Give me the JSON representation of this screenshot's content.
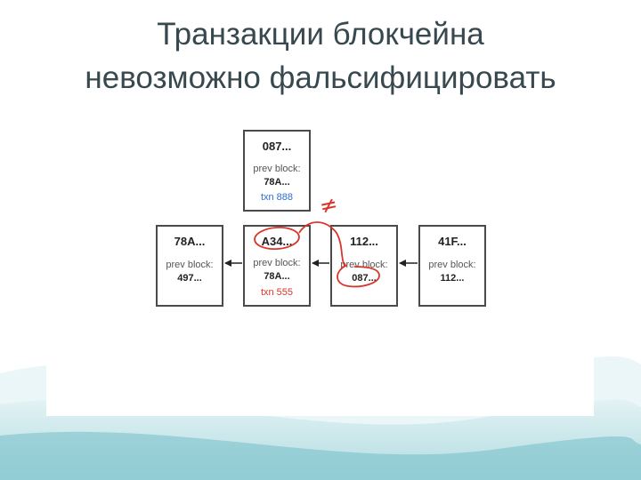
{
  "slide": {
    "title_line1": "Транзакции блокчейна",
    "title_line2": "невозможно фальсифицировать"
  },
  "diagram": {
    "blocks": [
      {
        "id": "top",
        "hash": "087...",
        "prev_label": "prev block:",
        "prev_hash": "78A...",
        "txn": "txn 888",
        "txn_color": "#2a6fd6"
      },
      {
        "id": "b1",
        "hash": "78A...",
        "prev_label": "prev block:",
        "prev_hash": "497...",
        "txn": "",
        "txn_color": ""
      },
      {
        "id": "b2",
        "hash": "A34...",
        "prev_label": "prev block:",
        "prev_hash": "78A...",
        "txn": "txn 555",
        "txn_color": "#d9352b"
      },
      {
        "id": "b3",
        "hash": "112...",
        "prev_label": "prev block:",
        "prev_hash": "087...",
        "txn": "",
        "txn_color": ""
      },
      {
        "id": "b4",
        "hash": "41F...",
        "prev_label": "prev block:",
        "prev_hash": "112...",
        "txn": "",
        "txn_color": ""
      }
    ],
    "annotation": "≠",
    "annotation_color": "#d9352b"
  }
}
